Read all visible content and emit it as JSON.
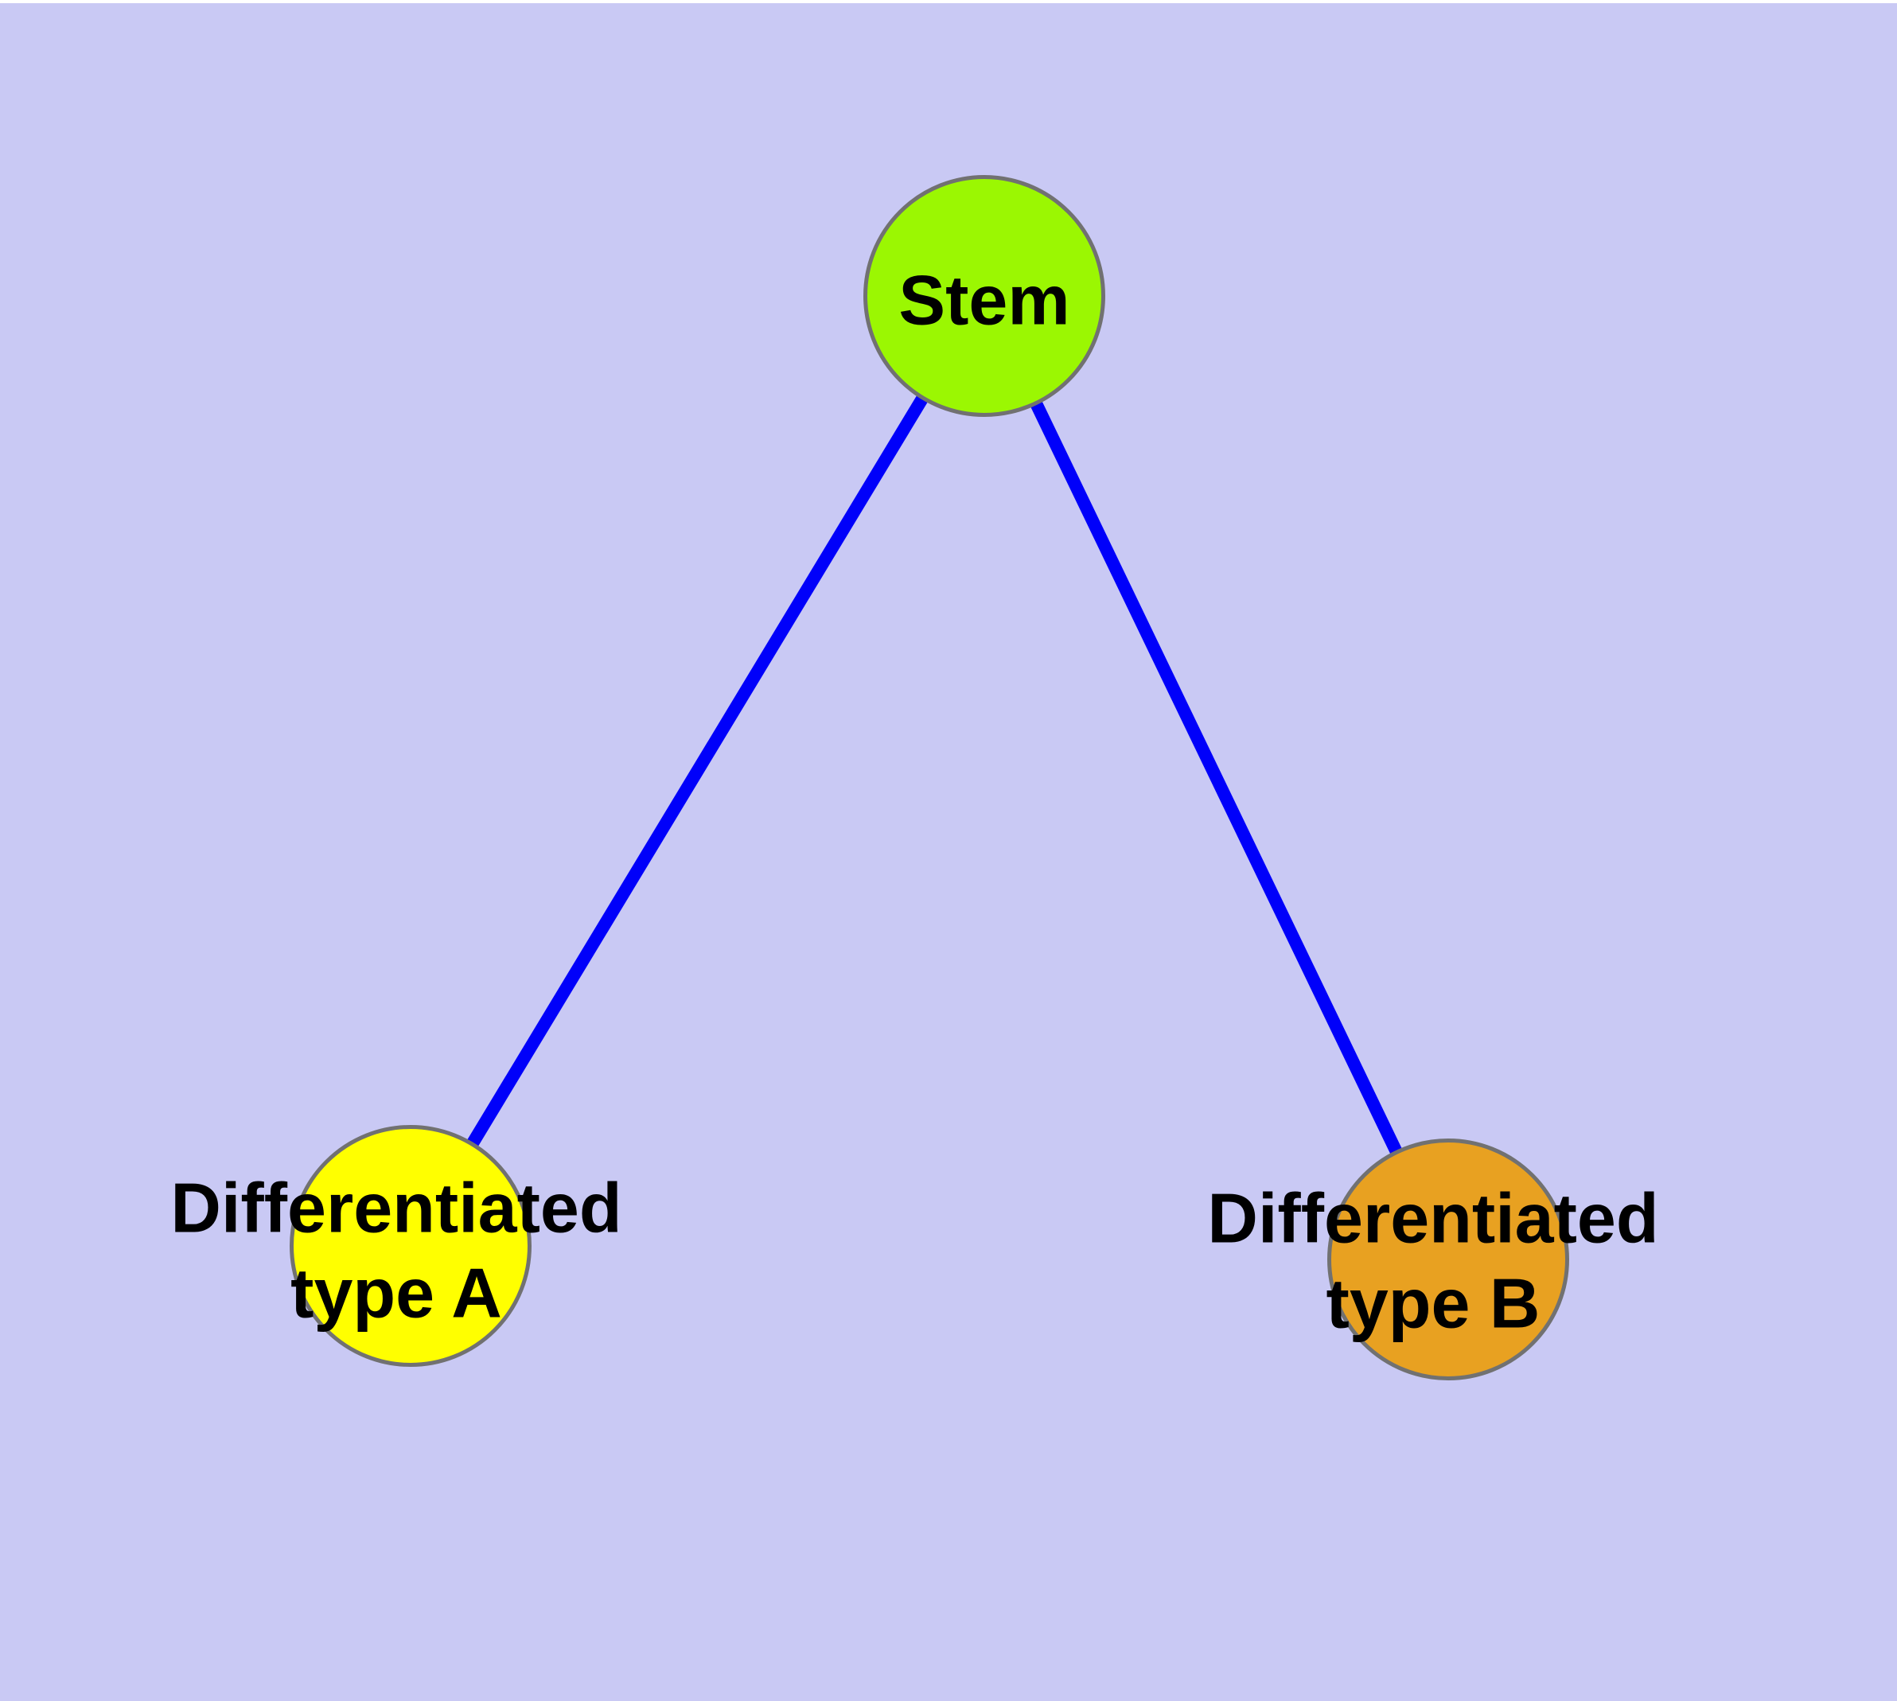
{
  "diagram": {
    "type": "node-edge-graph",
    "background_color": "#c9c9f4",
    "top_margin_color": "#ffffff",
    "edge_color": "#0000fa",
    "node_border_color": "#717171",
    "label_color": "#000000",
    "nodes": [
      {
        "id": "stem",
        "label": "Stem",
        "fill": "#9bf702"
      },
      {
        "id": "type-a",
        "label": "Differentiated\ntype A",
        "fill": "#ffff00"
      },
      {
        "id": "type-b",
        "label": "Differentiated\ntype B",
        "fill": "#e8a121"
      }
    ],
    "edges": [
      {
        "from": "stem",
        "to": "type-a"
      },
      {
        "from": "stem",
        "to": "type-b"
      }
    ]
  }
}
